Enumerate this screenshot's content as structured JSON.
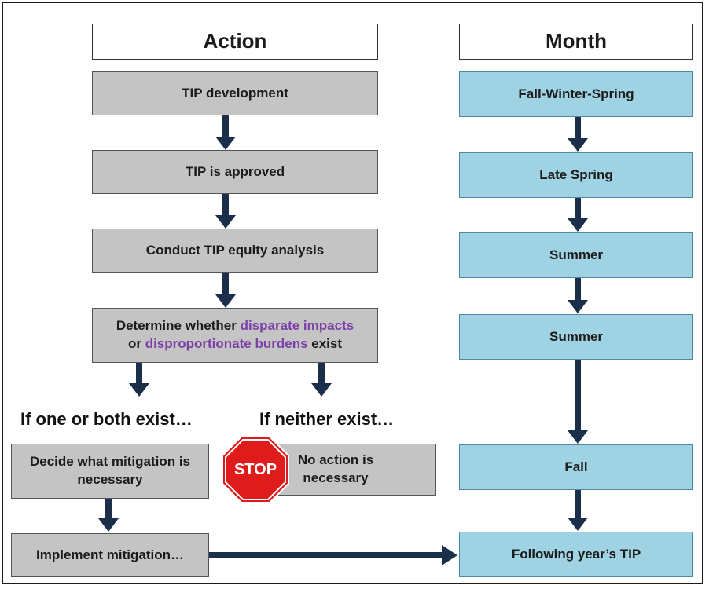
{
  "headers": {
    "action": "Action",
    "month": "Month"
  },
  "action_steps": {
    "tip_development": "TIP development",
    "tip_approved": "TIP is approved",
    "equity_analysis": "Conduct TIP equity analysis",
    "determine": {
      "part1": "Determine whether ",
      "term1": "disparate impacts",
      "part2": "or ",
      "term2": "disproportionate burdens",
      "part3": " exist"
    }
  },
  "branches": {
    "yes_label": "If one or both exist…",
    "no_label": "If neither exist…",
    "decide_mitigation": "Decide what mitigation is necessary",
    "implement_mitigation": "Implement mitigation…",
    "no_action": "No action is necessary",
    "stop_sign": "STOP"
  },
  "months": {
    "m1": "Fall-Winter-Spring",
    "m2": "Late Spring",
    "m3": "Summer",
    "m4": "Summer",
    "m5": "Fall",
    "m6": "Following year’s TIP"
  },
  "colors": {
    "action_box": "#c4c4c4",
    "month_box": "#9fd3e3",
    "arrow": "#1c2f4a",
    "highlight_term": "#7b3fa8",
    "stop_sign": "#e01b1b"
  }
}
